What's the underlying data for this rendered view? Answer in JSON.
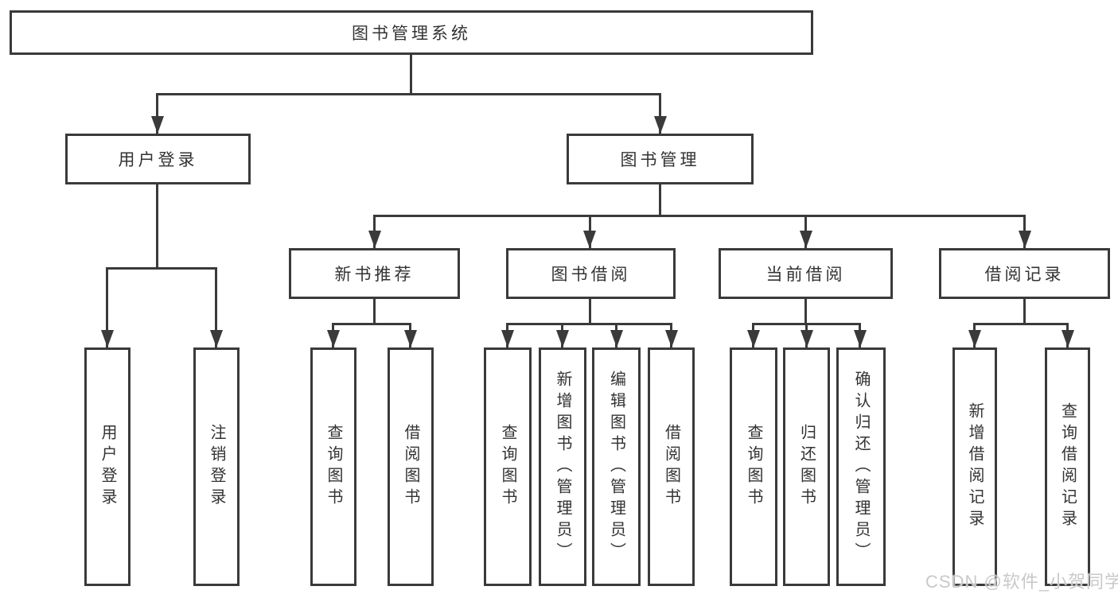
{
  "diagram": {
    "root": "图书管理系统",
    "branches": [
      {
        "label": "用户登录",
        "leaves": [
          "用户登录",
          "注销登录"
        ]
      },
      {
        "label": "图书管理",
        "groups": [
          {
            "label": "新书推荐",
            "leaves": [
              "查询图书",
              "借阅图书"
            ]
          },
          {
            "label": "图书借阅",
            "leaves": [
              "查询图书",
              "新增图书（管理员）",
              "编辑图书（管理员）",
              "借阅图书"
            ]
          },
          {
            "label": "当前借阅",
            "leaves": [
              "查询图书",
              "归还图书",
              "确认归还（管理员）"
            ]
          },
          {
            "label": "借阅记录",
            "leaves": [
              "新增借阅记录",
              "查询借阅记录"
            ]
          }
        ]
      }
    ]
  },
  "watermark": "CSDN @软件_小贺同学",
  "colors": {
    "line": "#3a3a3a",
    "text": "#333333",
    "background": "#ffffff",
    "watermark": "#c9c9c9"
  }
}
